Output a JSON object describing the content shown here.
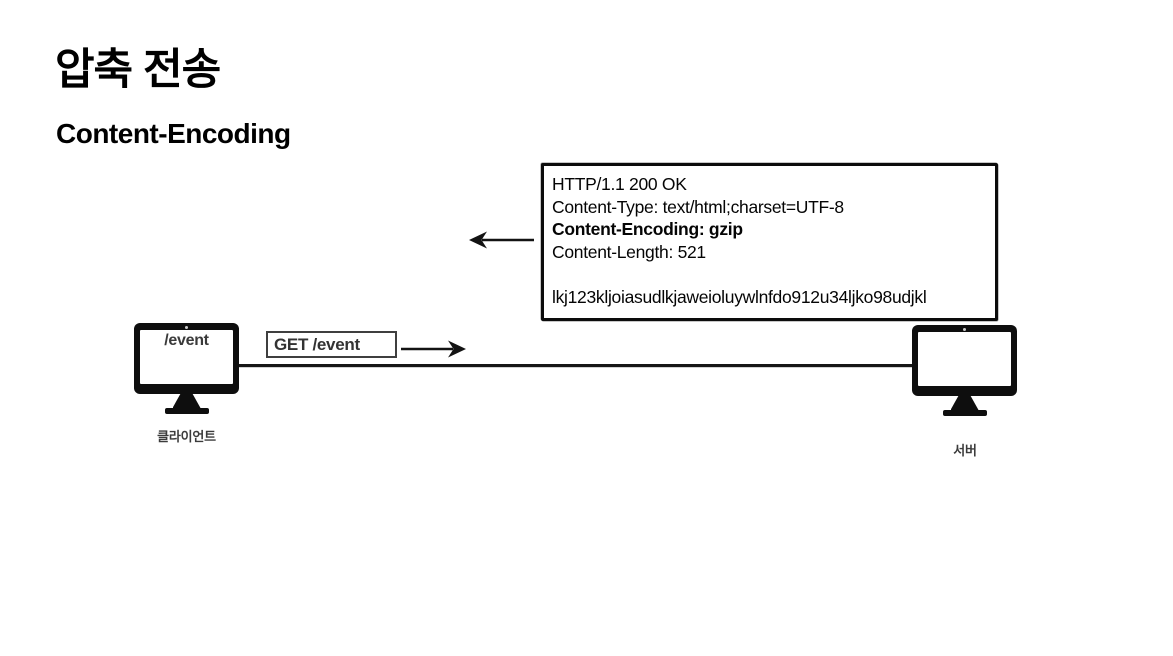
{
  "colors": {
    "ink": "#0c0c0c",
    "label_gray": "#3c3c3c"
  },
  "header": {
    "title": "압축 전송",
    "subtitle": "Content-Encoding"
  },
  "client": {
    "screen_text": "/event",
    "label": "클라이언트"
  },
  "server": {
    "label": "서버"
  },
  "request": {
    "box_label": "GET /event"
  },
  "response": {
    "lines": [
      "HTTP/1.1 200 OK",
      "Content-Type: text/html;charset=UTF-8",
      "Content-Encoding: gzip",
      "Content-Length: 521",
      "",
      "lkj123kljoiasudlkjaweioluywlnfdo912u34ljko98udjkl"
    ]
  }
}
